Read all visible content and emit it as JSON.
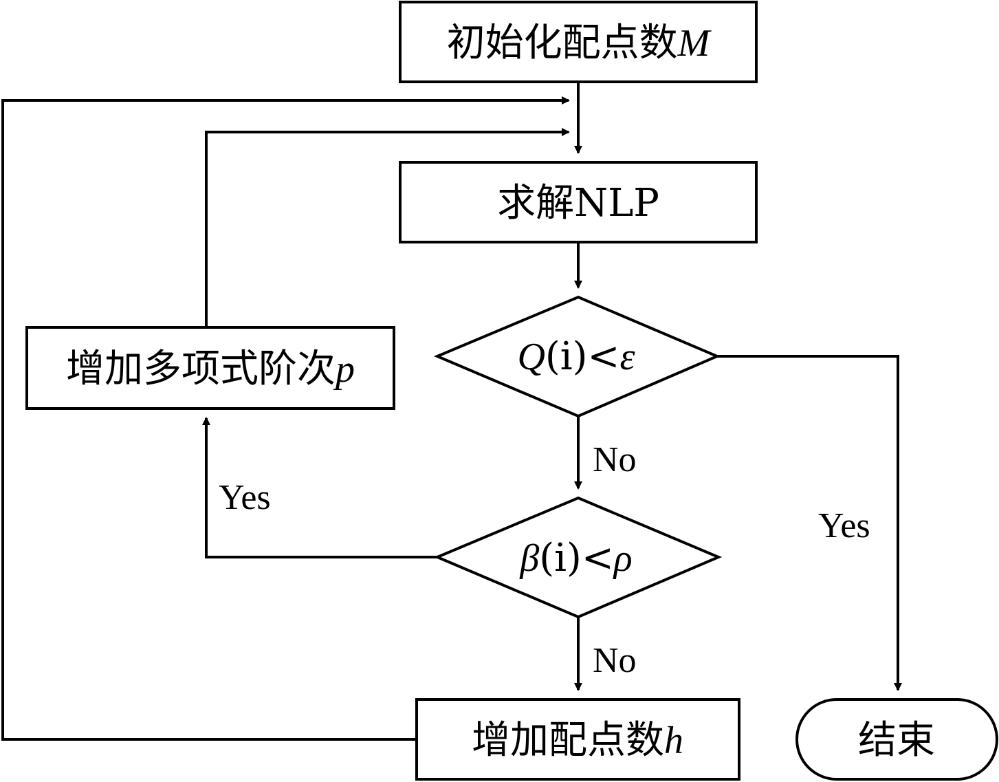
{
  "nodes": {
    "init": {
      "text": "初始化配点数",
      "var": "M"
    },
    "solve": {
      "text": "求解NLP"
    },
    "decision1": {
      "pre": "Q",
      "mid": "(i)",
      "op": "<",
      "post": "ε"
    },
    "decision2": {
      "pre": "β",
      "mid": "(i)",
      "op": "<",
      "post": "ρ"
    },
    "increase_order": {
      "text": "增加多项式阶次",
      "var": "p"
    },
    "increase_points": {
      "text": "增加配点数",
      "var": "h"
    },
    "end": {
      "text": "结束"
    }
  },
  "edge_labels": {
    "d1_no": "No",
    "d1_yes": "Yes",
    "d2_no": "No",
    "d2_yes": "Yes"
  }
}
